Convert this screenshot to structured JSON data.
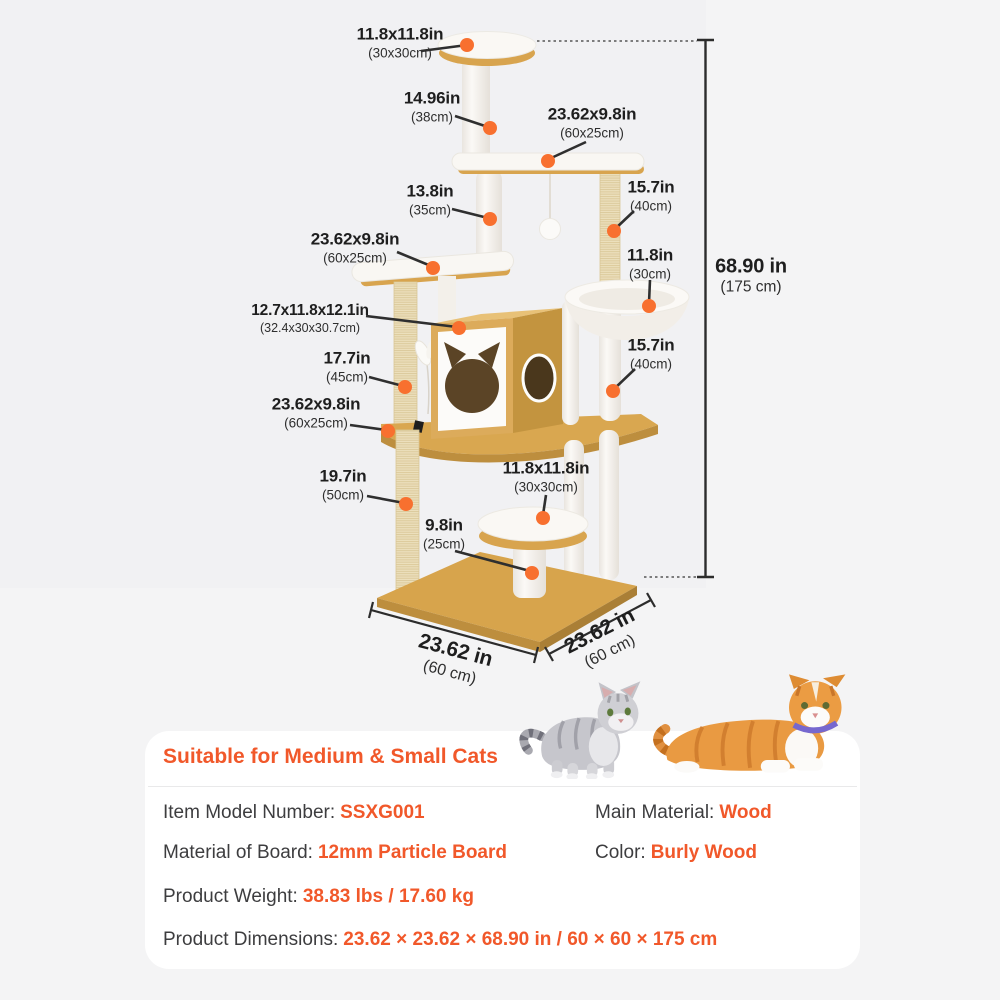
{
  "colors": {
    "accent_text": "#f1582a",
    "accent_dot": "#f8702f",
    "wood": "#d8a44e",
    "line": "#2c2c2c"
  },
  "annotations": [
    {
      "part": "top perch",
      "in": "11.8x11.8in",
      "cm": "(30x30cm)"
    },
    {
      "part": "top post",
      "in": "14.96in",
      "cm": "(38cm)"
    },
    {
      "part": "second shelf",
      "in": "23.62x9.8in",
      "cm": "(60x25cm)"
    },
    {
      "part": "second post",
      "in": "13.8in",
      "cm": "(35cm)"
    },
    {
      "part": "upper right post",
      "in": "15.7in",
      "cm": "(40cm)"
    },
    {
      "part": "third shelf",
      "in": "23.62x9.8in",
      "cm": "(60x25cm)"
    },
    {
      "part": "basket perch",
      "in": "11.8in",
      "cm": "(30cm)"
    },
    {
      "part": "cat condo",
      "in": "12.7x11.8x12.1in",
      "cm": "(32.4x30x30.7cm)"
    },
    {
      "part": "condo post",
      "in": "17.7in",
      "cm": "(45cm)"
    },
    {
      "part": "lower right post",
      "in": "15.7in",
      "cm": "(40cm)"
    },
    {
      "part": "main platform",
      "in": "23.62x9.8in",
      "cm": "(60x25cm)"
    },
    {
      "part": "lower left post",
      "in": "19.7in",
      "cm": "(50cm)"
    },
    {
      "part": "round perch",
      "in": "11.8x11.8in",
      "cm": "(30x30cm)"
    },
    {
      "part": "perch post",
      "in": "9.8in",
      "cm": "(25cm)"
    }
  ],
  "base_width": {
    "in": "23.62 in",
    "cm": "(60 cm)"
  },
  "base_depth": {
    "in": "23.62 in",
    "cm": "(60 cm)"
  },
  "total_height": {
    "in": "68.90 in",
    "cm": "(175 cm)"
  },
  "panel": {
    "heading": "Suitable for Medium & Small Cats",
    "rows": [
      {
        "left": {
          "label": "Item Model Number:",
          "value": "SSXG001"
        },
        "right": {
          "label": "Main Material:",
          "value": "Wood"
        }
      },
      {
        "left": {
          "label": "Material of Board:",
          "value": "12mm Particle Board"
        },
        "right": {
          "label": "Color:",
          "value": "Burly Wood"
        }
      },
      {
        "left": {
          "label": "Product Weight:",
          "value": "38.83 lbs / 17.60 kg"
        }
      },
      {
        "left": {
          "label": "Product Dimensions:",
          "value": "23.62 × 23.62 × 68.90 in / 60 × 60 × 175 cm"
        }
      }
    ]
  }
}
